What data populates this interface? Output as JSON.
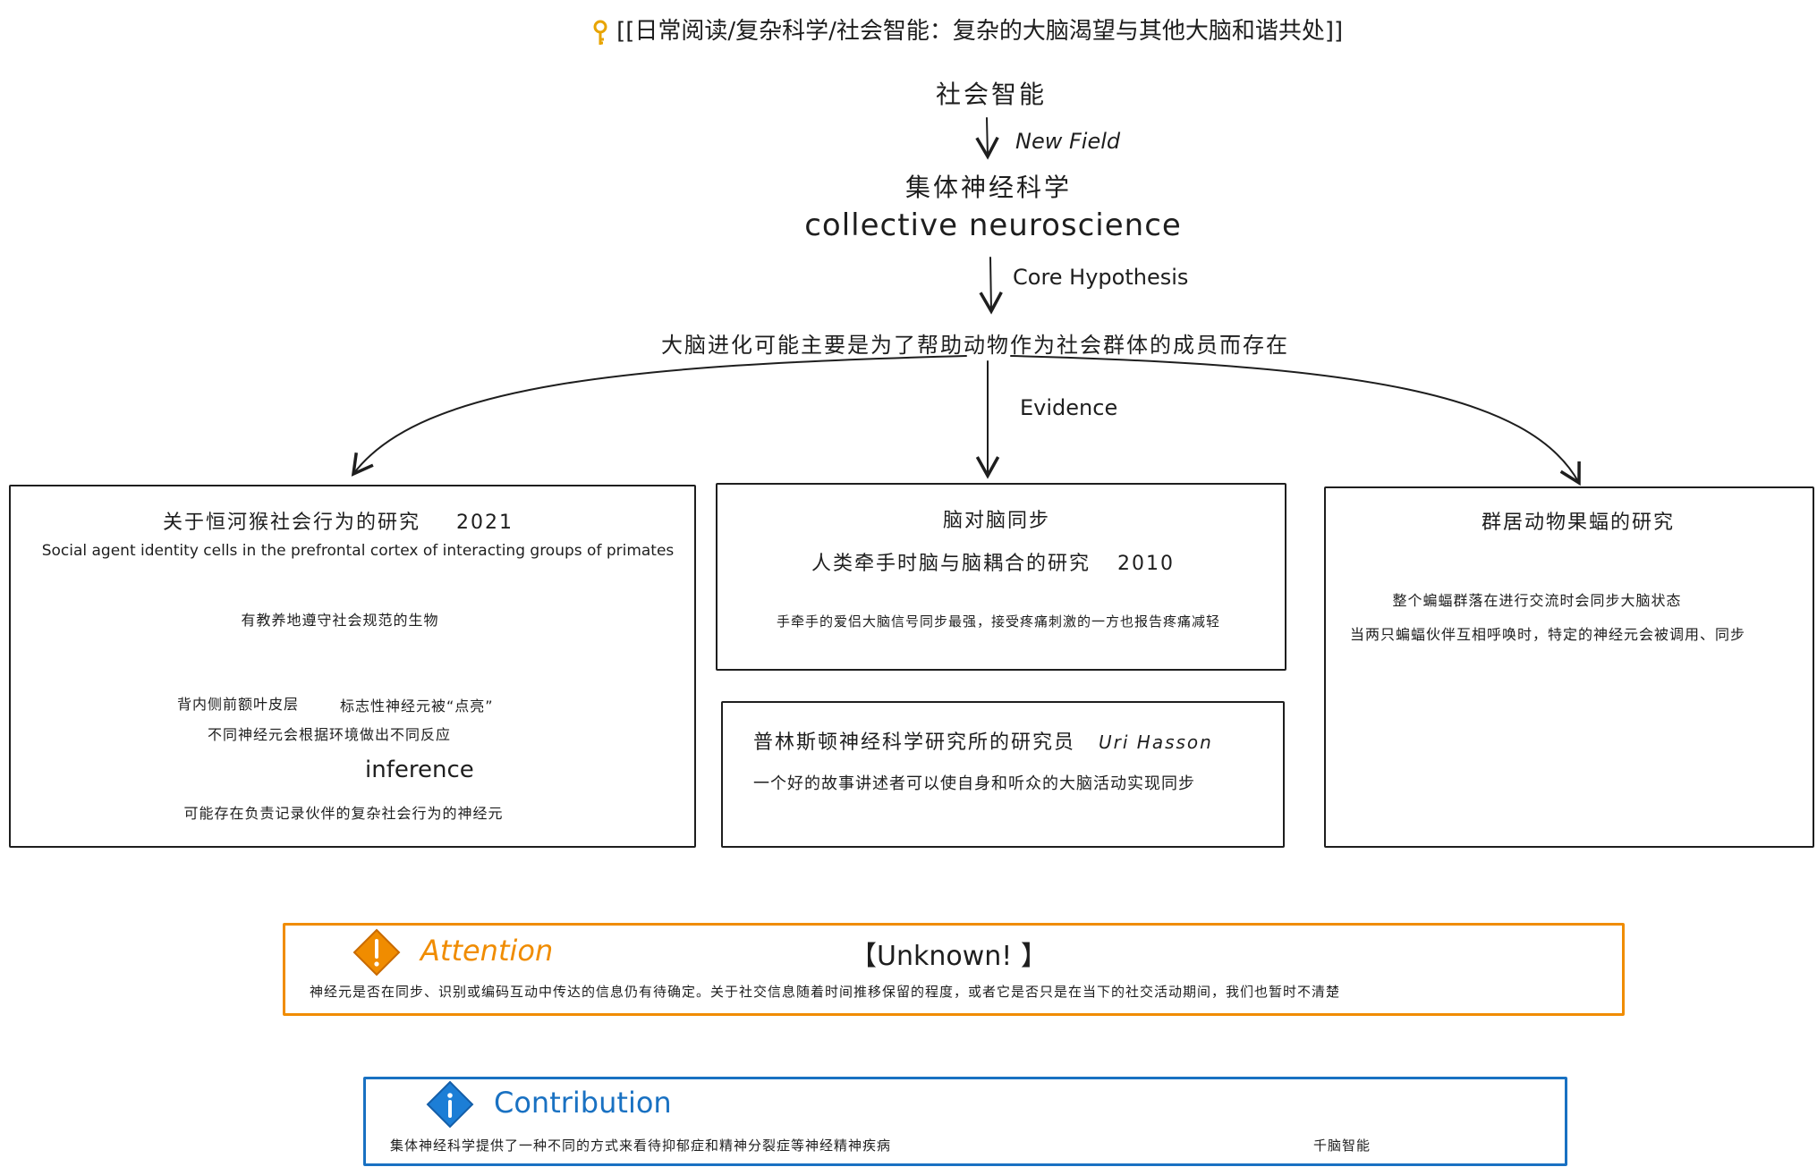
{
  "header": {
    "link_text": "[[日常阅读/复杂科学/社会智能：复杂的大脑渴望与其他大脑和谐共处]]",
    "icon": "key-icon"
  },
  "flow": {
    "top": "社会智能",
    "label_new_field": "New Field",
    "field_cn": "集体神经科学",
    "field_en": "collective neuroscience",
    "label_core": "Core Hypothesis",
    "hypothesis": "大脑进化可能主要是为了帮助动物作为社会群体的成员而存在",
    "label_evidence": "Evidence"
  },
  "box_left": {
    "title": "关于恒河猴社会行为的研究",
    "year": "2021",
    "paper": "Social agent identity cells in the prefrontal cortex of interacting groups of primates",
    "step1": "有教养地遵守社会规范的生物",
    "step2a": "背内侧前额叶皮层",
    "step2b": "标志性神经元被“点亮”",
    "step2c": "不同神经元会根据环境做出不同反应",
    "label_inference": "inference",
    "step3": "可能存在负责记录伙伴的复杂社会行为的神经元"
  },
  "box_mid": {
    "title": "脑对脑同步",
    "subtitle": "人类牵手时脑与脑耦合的研究",
    "year": "2010",
    "text": "手牵手的爱侣大脑信号同步最强，接受疼痛刺激的一方也报告疼痛减轻"
  },
  "box_mid2": {
    "title": "普林斯顿神经科学研究所的研究员",
    "name": "Uri   Hasson",
    "text": "一个好的故事讲述者可以使自身和听众的大脑活动实现同步"
  },
  "box_right": {
    "title": "群居动物果蝠的研究",
    "line1": "整个蝙蝠群落在进行交流时会同步大脑状态",
    "line2": "当两只蝙蝠伙伴互相呼唤时，特定的神经元会被调用、同步"
  },
  "attention": {
    "title": "Attention",
    "tag": "【Unknown!  】",
    "text": "神经元是否在同步、识别或编码互动中传达的信息仍有待确定。关于社交信息随着时间推移保留的程度，或者它是否只是在当下的社交活动期间，我们也暂时不清楚",
    "icon": "warning-icon",
    "color": "#f08c00"
  },
  "contribution": {
    "title": "Contribution",
    "text": "集体神经科学提供了一种不同的方式来看待抑郁症和精神分裂症等神经精神疾病",
    "extra": "千脑智能",
    "icon": "info-icon",
    "color": "#1971c2"
  }
}
